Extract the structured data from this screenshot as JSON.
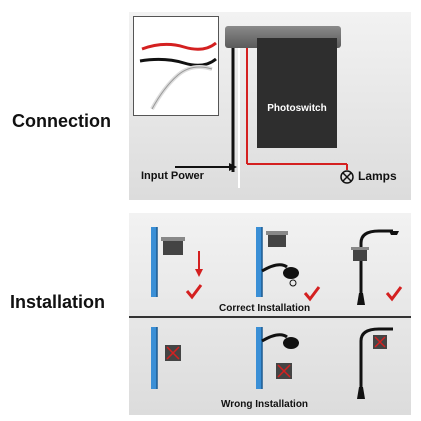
{
  "labels": {
    "connection": "Connection",
    "installation": "Installation"
  },
  "connection": {
    "device_label": "Photoswitch",
    "input_label": "Input Power",
    "output_label": "Lamps",
    "wire_colors": {
      "live": "#d42020",
      "neutral": "#111111",
      "ground": "#ffffff"
    }
  },
  "installation": {
    "correct_label": "Correct Installation",
    "wrong_label": "Wrong Installation",
    "check_color": "#d42020",
    "wall_color": "#3a8fd6"
  }
}
